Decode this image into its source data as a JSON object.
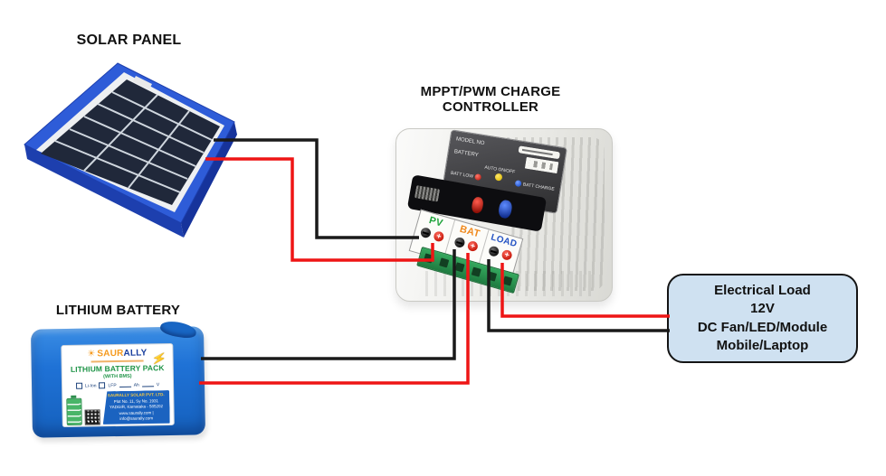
{
  "titles": {
    "solar_panel": "SOLAR PANEL",
    "controller_line1": "MPPT/PWM CHARGE",
    "controller_line2": "CONTROLLER",
    "battery": "LITHIUM BATTERY"
  },
  "controller": {
    "top_panel": {
      "model_no": "MODEL NO",
      "battery": "BATTERY",
      "auto_onoff": "AUTO ON/OFF",
      "batt_low": "BATT LOW",
      "batt_charge": "BATT CHARGE"
    },
    "terminals": {
      "pv": "PV",
      "bat": "BAT",
      "load": "LOAD"
    },
    "terminal_colors": {
      "pv": "#1fa33c",
      "bat": "#f08a1e",
      "load": "#2453c4"
    },
    "led_colors": {
      "batt_low": "#c8261b",
      "auto_onoff": "#e3c012",
      "batt_charge": "#2257d6"
    },
    "plus_symbol": "+"
  },
  "battery_pack": {
    "brand_left": "SAUR",
    "brand_right": "ALLY",
    "sun_icon": "☀",
    "bolt_icon": "⚡",
    "product": "LITHIUM BATTERY PACK",
    "subtitle": "(WITH BMS)",
    "option1": "Li-Ion",
    "option2": "LFP",
    "unit_ah": "Ah",
    "unit_v": "V",
    "company": "SAURALLY SOLAR PVT. LTD.",
    "address1": "Plot No. 11, Sy No. 1931",
    "address2": "YADGIR, Karnataka - 585202",
    "contact": "www.saurally.com | info@saurally.com"
  },
  "load_box": {
    "line1": "Electrical Load",
    "line2": "12V",
    "line3": "DC Fan/LED/Module",
    "line4": "Mobile/Laptop"
  },
  "wires": {
    "black": "#1a1a1a",
    "red": "#ee1515"
  },
  "panel_colors": {
    "frame_blue": "#2e5cd8",
    "cell_dark": "#20283a",
    "battery_blue": "#1f72d6",
    "load_fill": "#cfe1f1"
  }
}
